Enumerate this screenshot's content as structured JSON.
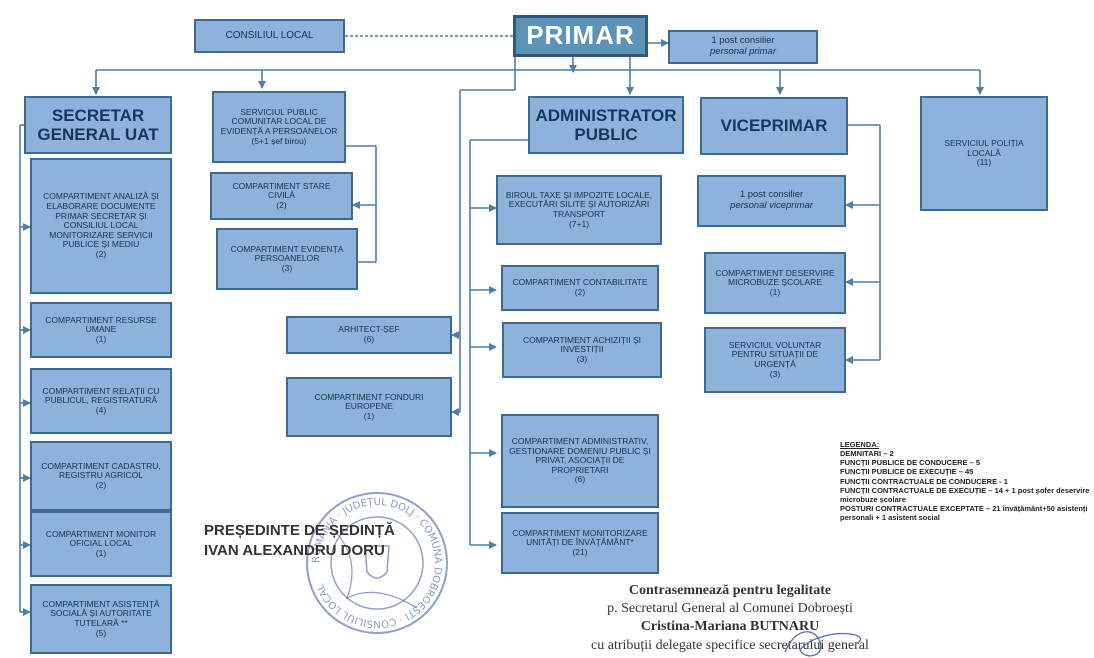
{
  "boxes": {
    "primar": "PRIMAR",
    "consiliu_local": "CONSILIUL LOCAL",
    "consilier_primar": {
      "line1": "1 post consilier",
      "line2": "personal primar"
    },
    "secretar": "SECRETAR GENERAL UAT",
    "spclep": {
      "label": "SERVICIUL PUBLIC COMUNITAR LOCAL DE EVIDENȚĂ A PERSOANELOR",
      "count": "(5+1 șef birou)"
    },
    "administrator": "ADMINISTRATOR PUBLIC",
    "viceprimar": "VICEPRIMAR",
    "politia": {
      "label": "SERVICIUL POLIȚIA LOCALĂ",
      "count": "(11)"
    },
    "stare_civila": {
      "label": "COMPARTIMENT STARE CIVILĂ",
      "count": "(2)"
    },
    "evidenta": {
      "label": "COMPARTIMENT EVIDENȚA PERSOANELOR",
      "count": "(3)"
    },
    "analiza": {
      "label": "COMPARTIMENT ANALIZĂ ȘI ELABORARE DOCUMENTE PRIMAR SECRETAR ȘI CONSILIUL LOCAL MONITORIZARE SERVICII PUBLICE ȘI MEDIU",
      "count": "(2)"
    },
    "resurse": {
      "label": "COMPARTIMENT RESURSE UMANE",
      "count": "(1)"
    },
    "relatii": {
      "label": "COMPARTIMENT RELAȚII CU PUBLICUL, REGISTRATURĂ",
      "count": "(4)"
    },
    "cadastru": {
      "label": "COMPARTIMENT CADASTRU, REGISTRU AGRICOL",
      "count": "(2)"
    },
    "monitor": {
      "label": "COMPARTIMENT MONITOR OFICIAL LOCAL",
      "count": "(1)"
    },
    "asistenta": {
      "label": "COMPARTIMENT ASISTENȚĂ SOCIALĂ ȘI AUTORITATE TUTELARĂ **",
      "count": "(5)"
    },
    "arhitect": {
      "label": "ARHITECT-ȘEF",
      "count": "(6)"
    },
    "fonduri": {
      "label": "COMPARTIMENT FONDURI EUROPENE",
      "count": "(1)"
    },
    "taxe": {
      "label": "BIROUL TAXE ȘI IMPOZITE LOCALE, EXECUTĂRI SILITE ȘI AUTORIZĂRI TRANSPORT",
      "count": "(7+1)"
    },
    "contabilitate": {
      "label": "COMPARTIMENT CONTABILITATE",
      "count": "(2)"
    },
    "achizitii": {
      "label": "COMPARTIMENT ACHIZIȚII ȘI INVESTIȚII",
      "count": "(3)"
    },
    "administrativ": {
      "label": "COMPARTIMENT ADMINISTRATIV, GESTIONARE DOMENIU PUBLIC ȘI PRIVAT, ASOCIAȚII DE PROPRIETARI",
      "count": "(6)"
    },
    "unitati": {
      "label": "COMPARTIMENT MONITORIZARE UNITĂȚI DE ÎNVĂȚĂMÂNT*",
      "count": "(21)"
    },
    "consilier_vice": {
      "line1": "1 post consilier",
      "line2": "personal viceprimar"
    },
    "microbuze": {
      "label": "COMPARTIMENT DESERVIRE MICROBUZE ȘCOLARE",
      "count": "(1)"
    },
    "voluntar": {
      "label": "SERVICIUL VOLUNTAR PENTRU SITUAȚII DE URGENȚĂ",
      "count": "(3)"
    }
  },
  "legend": {
    "title": "LEGENDA:",
    "lines": [
      "DEMNITARI – 2",
      "FUNCȚII PUBLICE DE CONDUCERE – 5",
      "FUNCȚII PUBLICE DE EXECUȚIE – 45",
      "FUNCȚII CONTRACTUALE DE CONDUCERE - 1",
      "FUNCȚII CONTRACTUALE DE EXECUȚIE – 14 + 1 post șofer deservire microbuze școlare",
      "POSTURI CONTRACTUALE EXCEPTATE – 21 învățământ+50 asistenți personali + 1 asistent social"
    ]
  },
  "presedinte": {
    "line1": "PREȘEDINTE DE ȘEDINȚĂ",
    "line2": "IVAN ALEXANDRU DORU"
  },
  "stamp_text": "ROMÂNIA · JUDEȚUL DOLJ · COMUNA DOBROEȘTI · CONSILIUL LOCAL",
  "contrasemnare": {
    "title": "Contrasemnează pentru legalitate",
    "line2": "p. Secretarul General al Comunei Dobroești",
    "name": "Cristina-Mariana BUTNARU",
    "line4": "cu atribuții delegate specifice secretarului general"
  },
  "colors": {
    "box_fill": "#8db3dc",
    "box_border": "#3c6b8f",
    "primar_fill": "#5b93b9",
    "connector": "#4f7fa3"
  }
}
